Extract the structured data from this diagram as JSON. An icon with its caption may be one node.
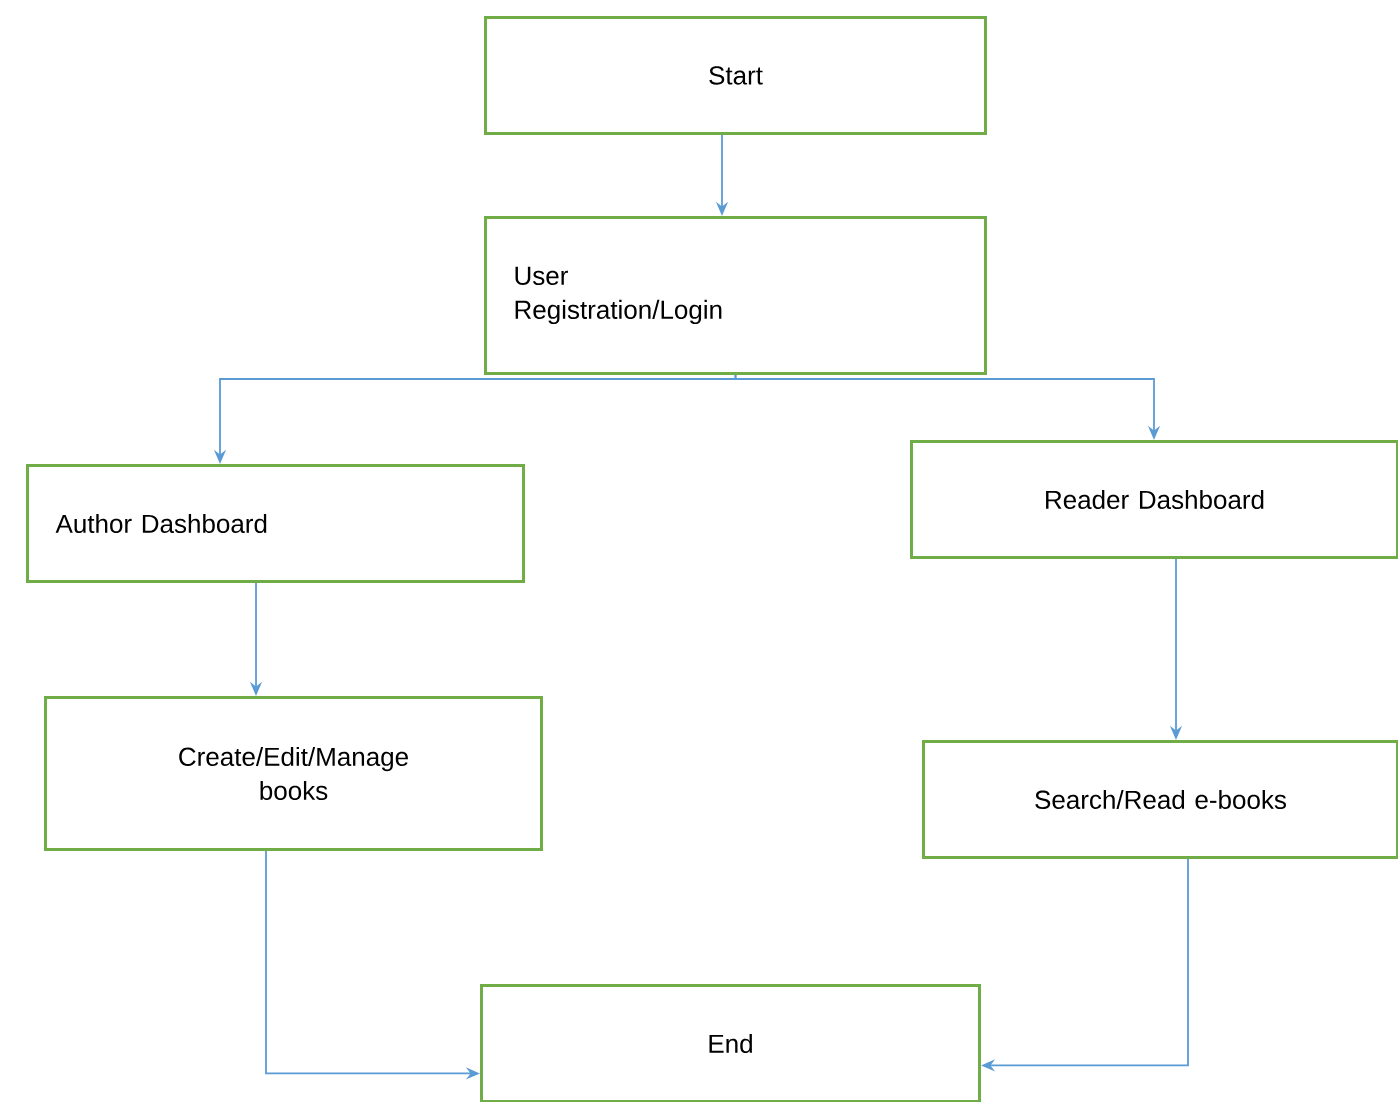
{
  "diagram": {
    "nodes": [
      {
        "text": [
          "Start"
        ]
      },
      {
        "text": [
          "User Registration/Login"
        ]
      },
      {
        "text": [
          "Author Dashboard"
        ]
      },
      {
        "text": [
          "Reader Dashboard"
        ]
      },
      {
        "text": [
          "Create/Edit/Manage books"
        ]
      },
      {
        "text": [
          "Search/Read e-books"
        ]
      },
      {
        "text": [
          "End"
        ]
      }
    ],
    "edges": [
      {
        "from": 0,
        "to": 1,
        "arrow": "to"
      },
      {
        "from": 1,
        "to": 2,
        "arrow": "to"
      },
      {
        "from": 1,
        "to": 3,
        "arrow": "to"
      },
      {
        "from": 2,
        "to": 4,
        "arrow": "to"
      },
      {
        "from": 3,
        "to": 5,
        "arrow": "to"
      },
      {
        "from": 4,
        "to": 6,
        "arrow": "to"
      },
      {
        "from": 5,
        "to": 6,
        "arrow": "to"
      }
    ]
  }
}
